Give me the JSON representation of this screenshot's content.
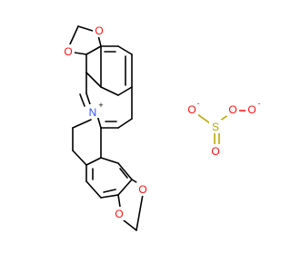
{
  "diagram": {
    "kind": "chemical-structure",
    "cation": {
      "ring_oxygen_labels": [
        "O",
        "O",
        "O",
        "O"
      ],
      "nitrogen": {
        "label": "N",
        "charge": "+"
      }
    },
    "anion": {
      "sulfur_label": "S",
      "oxygen_labels": [
        "O",
        "O",
        "O",
        "O"
      ],
      "charges": [
        "-",
        "-"
      ]
    },
    "colors": {
      "bond": "#000000",
      "oxygen": "#ff0d0d",
      "nitrogen": "#3050f8",
      "sulfur": "#b8a800"
    }
  }
}
